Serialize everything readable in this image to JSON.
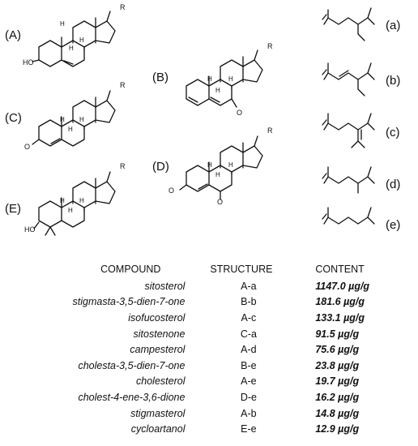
{
  "labels": {
    "A": "(A)",
    "B": "(B)",
    "C": "(C)",
    "D": "(D)",
    "E": "(E)",
    "a": "(a)",
    "b": "(b)",
    "c": "(c)",
    "d": "(d)",
    "e": "(e)"
  },
  "atoms": {
    "R": "R",
    "H": "H",
    "HO": "HO",
    "O": "O"
  },
  "table": {
    "headers": [
      "COMPOUND",
      "STRUCTURE",
      "CONTENT"
    ],
    "rows": [
      {
        "compound": "sitosterol",
        "structure": "A-a",
        "content": "1147.0 µg/g"
      },
      {
        "compound": "stigmasta-3,5-dien-7-one",
        "structure": "B-b",
        "content": "181.6 µg/g"
      },
      {
        "compound": "isofucosterol",
        "structure": "A-c",
        "content": "133.1 µg/g"
      },
      {
        "compound": "sitostenone",
        "structure": "C-a",
        "content": "91.5 µg/g"
      },
      {
        "compound": "campesterol",
        "structure": "A-d",
        "content": "75.6 µg/g"
      },
      {
        "compound": "cholesta-3,5-dien-7-one",
        "structure": "B-e",
        "content": "23.8 µg/g"
      },
      {
        "compound": "cholesterol",
        "structure": "A-e",
        "content": "19.7 µg/g"
      },
      {
        "compound": "cholest-4-ene-3,6-dione",
        "structure": "D-e",
        "content": "16.2 µg/g"
      },
      {
        "compound": "stigmasterol",
        "structure": "A-b",
        "content": "14.8 µg/g"
      },
      {
        "compound": "cycloartanol",
        "structure": "E-e",
        "content": "12.9 µg/g"
      }
    ]
  }
}
